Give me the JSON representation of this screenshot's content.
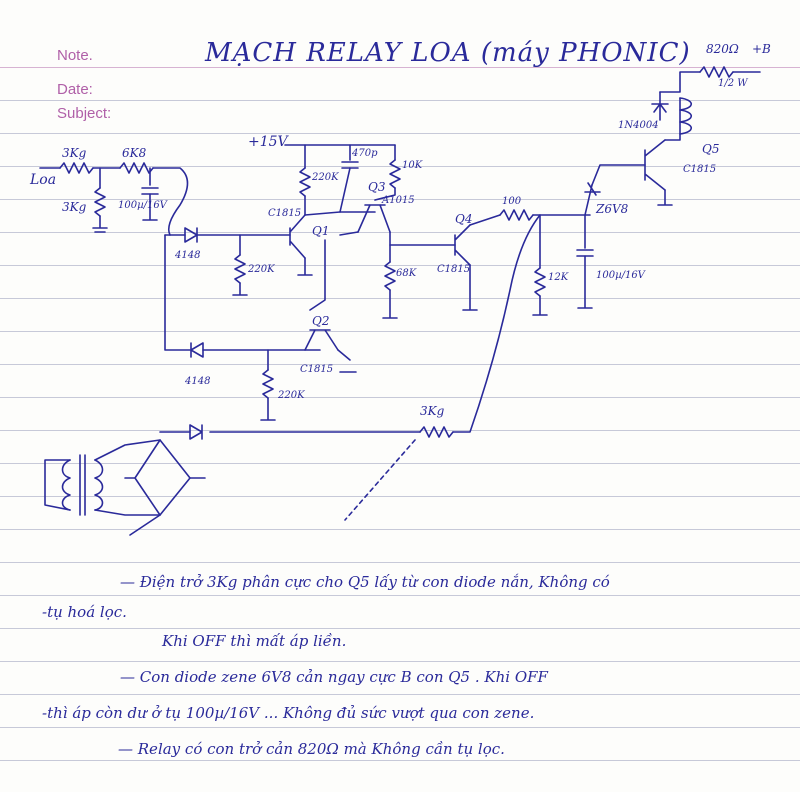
{
  "header": {
    "note_label": "Note.",
    "date_label": "Date:",
    "subject_label": "Subject:",
    "title": "MẠCH RELAY LOA (máy PHONIC)"
  },
  "components": {
    "loa": "Loa",
    "r_3k9_top": "3Kg",
    "r_6k8": "6K8",
    "r_3k9_left": "3Kg",
    "c_100u": "100µ/16V",
    "vcc": "+15V",
    "c_470p": "470p",
    "r_220k_a": "220K",
    "r_10k": "10K",
    "q3_label": "Q3",
    "q3_part": "A1015",
    "q1_part": "C1815",
    "q1_label": "Q1",
    "d_4148_a": "4148",
    "r_220k_b": "220K",
    "r_68k": "68K",
    "q4_label": "Q4",
    "q4_part": "C1815",
    "r_100": "100",
    "r_12k": "12K",
    "c_100u_2": "100µ/16V",
    "zener": "Z6V8",
    "q5_label": "Q5",
    "q5_part": "C1815",
    "diode_1n4004": "1N4004",
    "r_820": "820Ω",
    "r_820_power": "1/2 W",
    "plus_b": "+B",
    "q2_label": "Q2",
    "q2_part": "C1815",
    "d_4148_b": "4148",
    "r_220k_c": "220K",
    "r_3k9_bottom": "3Kg"
  },
  "notes": [
    "— Điện trở 3Kg phân cực cho Q5 lấy từ con diode nắn, Không có",
    "-tụ hoá lọc.",
    "Khi OFF thì mất áp liền.",
    "— Con diode zene 6V8 cản ngay cực B con Q5 . Khi OFF",
    "-thì áp còn dư ở tụ 100µ/16V ... Không đủ sức vượt qua con zene.",
    "— Relay có con trở cản 820Ω mà Không cần tụ lọc."
  ],
  "colors": {
    "ink": "#2a2a9a",
    "header_text": "#b060a8",
    "ruled_line": "#c7c9d8",
    "paper": "#fdfdfb"
  }
}
